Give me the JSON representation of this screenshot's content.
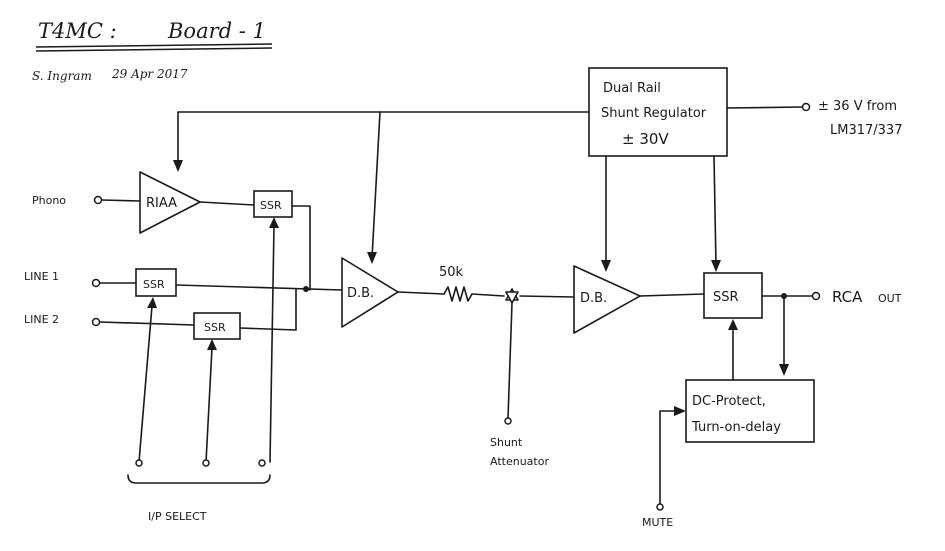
{
  "header": {
    "title_left": "T4MC :",
    "title_right": "Board - 1",
    "author": "S. Ingram",
    "date": "29 Apr 2017"
  },
  "inputs": {
    "phono": "Phono",
    "line1": "LINE 1",
    "line2": "LINE 2",
    "select_label": "I/P SELECT"
  },
  "blocks": {
    "riaa": "RIAA",
    "ssr": "SSR",
    "db": "D.B.",
    "regulator_line1": "Dual Rail",
    "regulator_line2": "Shunt Regulator",
    "regulator_line3": "± 30V",
    "dc_protect_line1": "DC-Protect,",
    "dc_protect_line2": "Turn-on-delay"
  },
  "components": {
    "resistor": "50k",
    "attenuator_line1": "Shunt",
    "attenuator_line2": "Attenuator"
  },
  "supply": {
    "line1": "± 36 V from",
    "line2": "LM317/337"
  },
  "output": {
    "label": "RCA",
    "suffix": "OUT"
  },
  "mute": "MUTE"
}
